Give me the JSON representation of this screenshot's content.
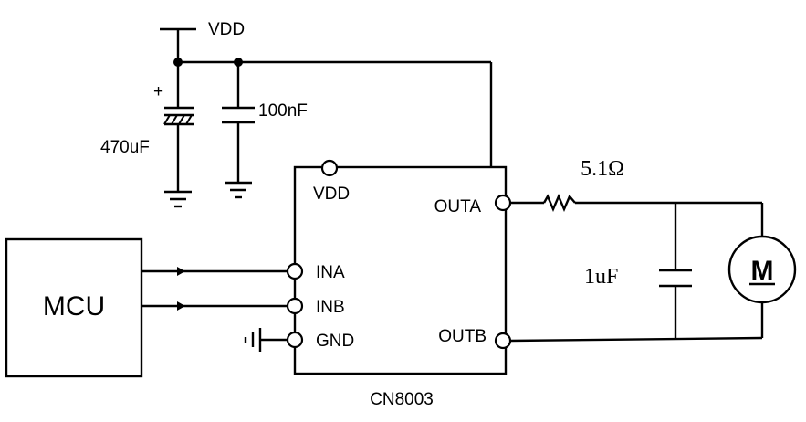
{
  "supply": {
    "vdd_label": "VDD"
  },
  "capacitors": {
    "c_bulk": {
      "value": "470uF",
      "polarity": "+"
    },
    "c_decouple": {
      "value": "100nF"
    },
    "c_motor": {
      "value": "1uF"
    }
  },
  "resistor": {
    "value": "5.1Ω"
  },
  "mcu": {
    "label": "MCU"
  },
  "chip": {
    "name": "CN8003",
    "pins": {
      "vdd": "VDD",
      "ina": "INA",
      "inb": "INB",
      "gnd": "GND",
      "outa": "OUTA",
      "outb": "OUTB"
    }
  },
  "motor": {
    "label": "M"
  }
}
